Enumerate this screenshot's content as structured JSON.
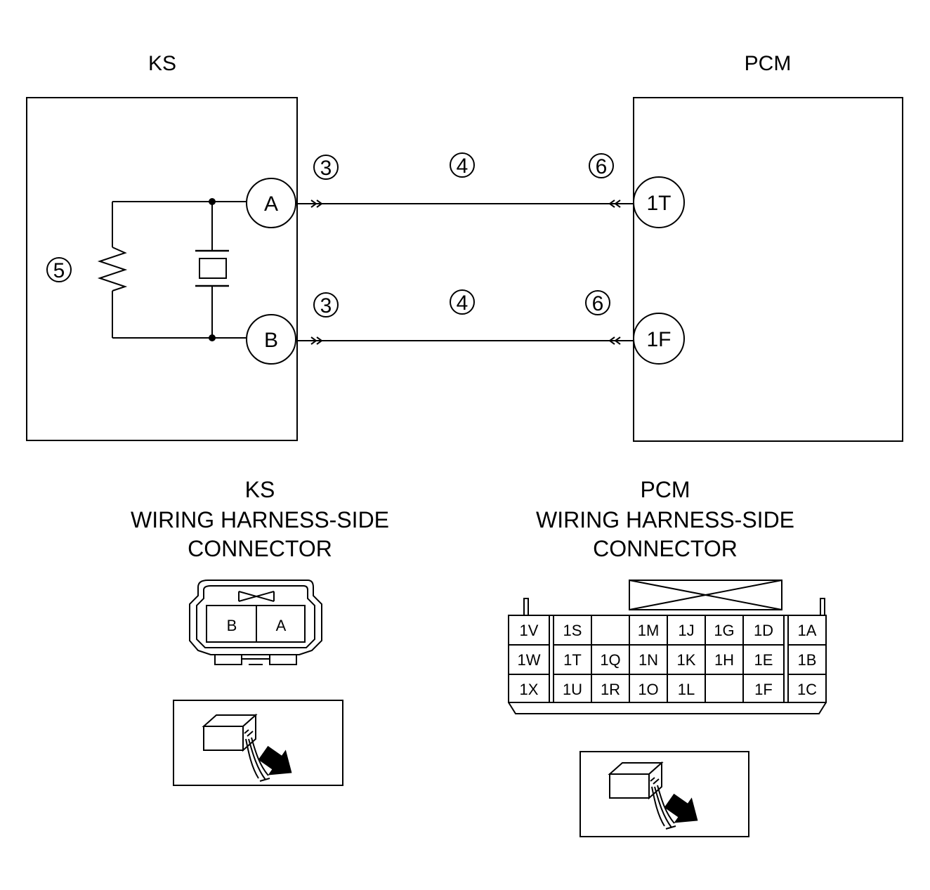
{
  "wiring": {
    "ks_title": "KS",
    "pcm_title": "PCM",
    "ks_terminal_a": "A",
    "ks_terminal_b": "B",
    "pcm_terminal_1t": "1T",
    "pcm_terminal_1f": "1F",
    "callout_3": "3",
    "callout_4": "4",
    "callout_5": "5",
    "callout_6": "6"
  },
  "ks_connector": {
    "title_lines": [
      "KS",
      "WIRING HARNESS-SIDE",
      "CONNECTOR"
    ],
    "terminals": [
      "B",
      "A"
    ]
  },
  "pcm_connector": {
    "title_lines": [
      "PCM",
      "WIRING HARNESS-SIDE",
      "CONNECTOR"
    ],
    "grid": [
      [
        "1V",
        "1S",
        "",
        "1M",
        "1J",
        "1G",
        "1D",
        "1A"
      ],
      [
        "1W",
        "1T",
        "1Q",
        "1N",
        "1K",
        "1H",
        "1E",
        "1B"
      ],
      [
        "1X",
        "1U",
        "1R",
        "1O",
        "1L",
        "",
        "1F",
        "1C"
      ]
    ]
  },
  "colors": {
    "line": "#000000",
    "background": "#ffffff"
  }
}
